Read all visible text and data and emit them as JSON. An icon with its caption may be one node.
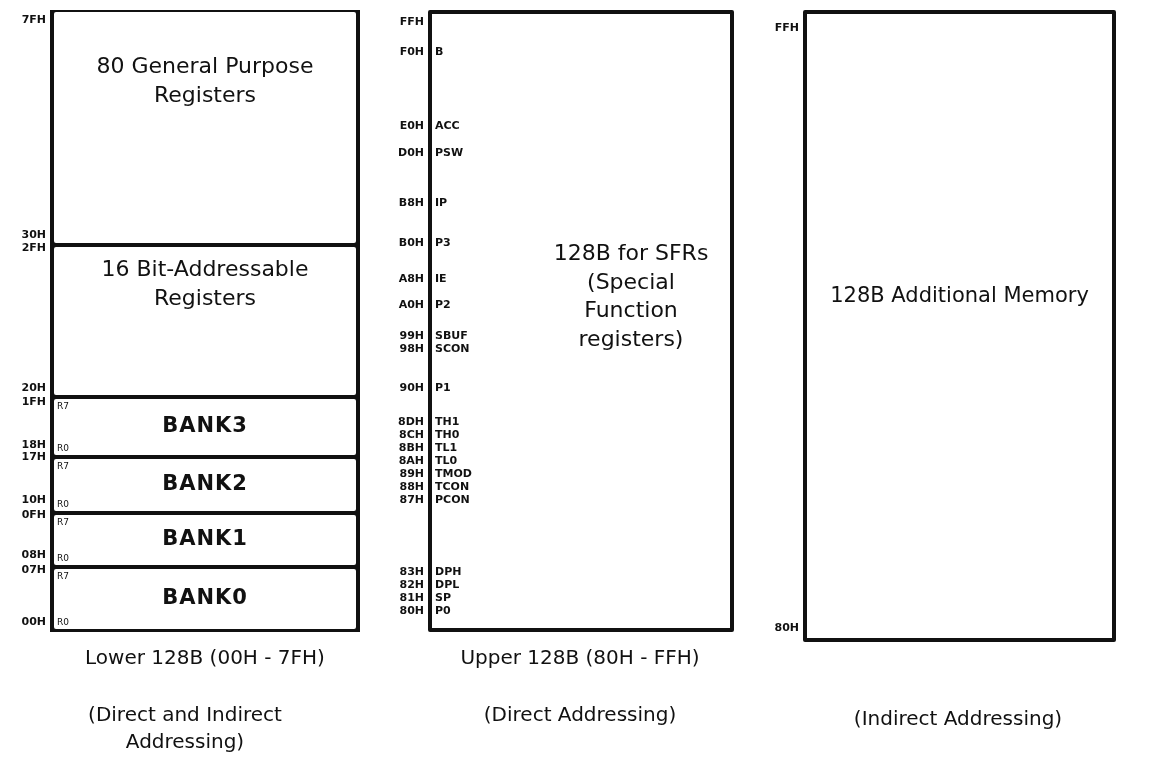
{
  "diagram": {
    "nodes": [
      {
        "text": [],
        "shape": "box",
        "beside": [
          "Lower 128B (00H - 7FH)",
          "(Direct and Indirect Addressing)"
        ]
      },
      {
        "text": [
          "80 General Purpose Registers"
        ],
        "in": 0
      },
      {
        "text": [
          "16 Bit-Addressable Registers"
        ],
        "in": 0
      },
      {
        "text": [
          "R7",
          "BANK3",
          "R0"
        ],
        "in": 0
      },
      {
        "text": [
          "R7",
          "BANK2",
          "R0"
        ],
        "in": 0
      },
      {
        "text": [
          "R7",
          "BANK1",
          "R0"
        ],
        "in": 0
      },
      {
        "text": [
          "R7",
          "BANK0",
          "R0"
        ],
        "in": 0
      },
      {
        "text": [
          "128B for SFRs (Special Function registers)",
          "B",
          "ACC",
          "PSW",
          "IP",
          "P3",
          "IE",
          "P2",
          "SBUF",
          "SCON",
          "P1",
          "TH1",
          "TH0",
          "TL1",
          "TL0",
          "TMOD",
          "TCON",
          "PCON",
          "DPH",
          "DPL",
          "SP",
          "P0"
        ],
        "beside": [
          "Upper 128B (80H - FFH)",
          "(Direct Addressing)"
        ]
      },
      {
        "text": [
          "128B Additional Memory"
        ],
        "beside": [
          "(Indirect Addressing)"
        ]
      }
    ],
    "labels": [
      "7FH",
      "30H",
      "2FH",
      "20H",
      "1FH",
      "18H",
      "17H",
      "10H",
      "0FH",
      "08H",
      "07H",
      "00H",
      "FFH",
      "F0H",
      "E0H",
      "D0H",
      "B8H",
      "B0H",
      "A8H",
      "A0H",
      "99H",
      "98H",
      "90H",
      "8DH",
      "8CH",
      "8BH",
      "8AH",
      "89H",
      "88H",
      "87H",
      "83H",
      "82H",
      "81H",
      "80H",
      "FFH",
      "80H"
    ]
  }
}
